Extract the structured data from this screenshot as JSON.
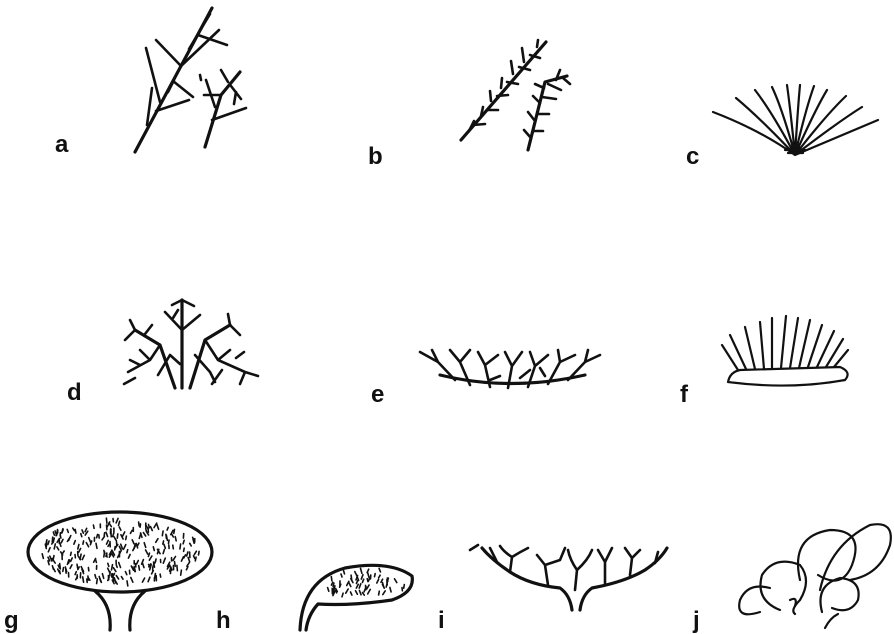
{
  "figure": {
    "panels": [
      {
        "id": "a",
        "label": "a",
        "icon": "dendroid-branching-icon"
      },
      {
        "id": "b",
        "label": "b",
        "icon": "pinnate-branches-icon"
      },
      {
        "id": "c",
        "label": "c",
        "icon": "fan-radiating-icon"
      },
      {
        "id": "d",
        "label": "d",
        "icon": "bushy-colony-icon"
      },
      {
        "id": "e",
        "label": "e",
        "icon": "low-spreading-colony-icon"
      },
      {
        "id": "f",
        "label": "f",
        "icon": "encrusting-upright-icon"
      },
      {
        "id": "g",
        "label": "g",
        "icon": "stalked-disc-icon"
      },
      {
        "id": "h",
        "label": "h",
        "icon": null
      },
      {
        "id": "i",
        "label": "i",
        "icon": "candelabra-branching-icon"
      },
      {
        "id": "j",
        "label": "j",
        "icon": "coiled-loops-icon"
      }
    ],
    "colors": {
      "ink": "#111111",
      "background": "#ffffff"
    }
  }
}
